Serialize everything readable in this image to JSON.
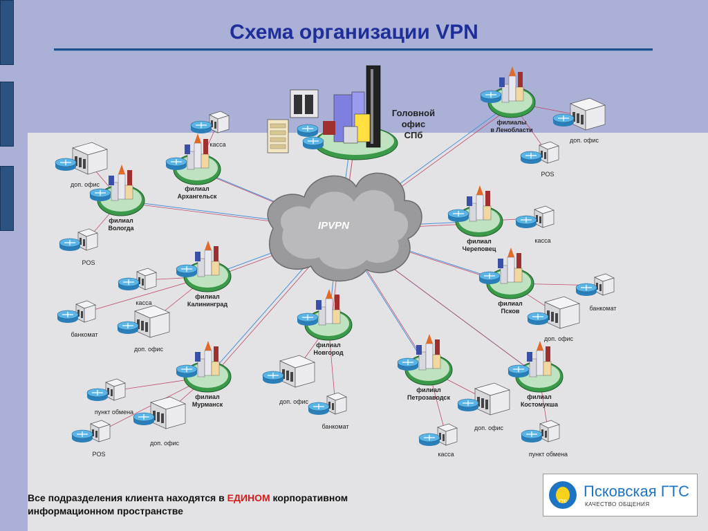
{
  "title": "Схема организации VPN",
  "cloud_label": "IPVPN",
  "hq_label": [
    "Головной",
    "офис",
    "СПб"
  ],
  "branches": [
    {
      "id": "vologda",
      "label": [
        "филиал",
        "Вологда"
      ]
    },
    {
      "id": "arkhangelsk",
      "label": [
        "филиал",
        "Архангельск"
      ]
    },
    {
      "id": "lenoblast",
      "label": [
        "филиалы",
        "в Ленобласти"
      ]
    },
    {
      "id": "cherepovets",
      "label": [
        "филиал",
        "Череповец"
      ]
    },
    {
      "id": "pskov",
      "label": [
        "филиал",
        "Псков"
      ]
    },
    {
      "id": "kaliningrad",
      "label": [
        "филиал",
        "Калининград"
      ]
    },
    {
      "id": "novgorod",
      "label": [
        "филиал",
        "Новгород"
      ]
    },
    {
      "id": "petrozavodsk",
      "label": [
        "филиал",
        "Петрозаводск"
      ]
    },
    {
      "id": "kostomuksha",
      "label": [
        "филиал",
        "Костомукша"
      ]
    },
    {
      "id": "murmansk",
      "label": [
        "филиал",
        "Мурманск"
      ]
    }
  ],
  "endpoints": [
    {
      "id": "vologda-office",
      "label": "доп. офис",
      "type": "large"
    },
    {
      "id": "vologda-pos",
      "label": "POS",
      "type": "small"
    },
    {
      "id": "arkh-kassa",
      "label": "касса",
      "type": "small"
    },
    {
      "id": "lenobl-office",
      "label": "доп. офис",
      "type": "large"
    },
    {
      "id": "lenobl-pos",
      "label": "POS",
      "type": "small"
    },
    {
      "id": "cher-kassa",
      "label": "касса",
      "type": "small"
    },
    {
      "id": "pskov-atm",
      "label": "банкомат",
      "type": "small"
    },
    {
      "id": "pskov-office",
      "label": "доп. офис",
      "type": "large"
    },
    {
      "id": "kal-kassa",
      "label": "касса",
      "type": "small"
    },
    {
      "id": "kal-atm",
      "label": "банкомат",
      "type": "small"
    },
    {
      "id": "kal-office",
      "label": "доп. офис",
      "type": "large"
    },
    {
      "id": "nov-office",
      "label": "доп. офис",
      "type": "large"
    },
    {
      "id": "nov-atm",
      "label": "банкомат",
      "type": "small"
    },
    {
      "id": "petr-office",
      "label": "доп. офис",
      "type": "large"
    },
    {
      "id": "petr-kassa",
      "label": "касса",
      "type": "small"
    },
    {
      "id": "kost-exchange",
      "label": "пункт обмена",
      "type": "small"
    },
    {
      "id": "murm-exchange",
      "label": "пункт обмена",
      "type": "small"
    },
    {
      "id": "murm-office",
      "label": "доп. офис",
      "type": "large"
    },
    {
      "id": "murm-pos",
      "label": "POS",
      "type": "small"
    }
  ],
  "footer": {
    "before": "Все подразделения клиента находятся в ",
    "accent": "ЕДИНОМ",
    "after": " корпоративном",
    "line2": "информационном пространстве"
  },
  "logo": {
    "abbr": "ГТС",
    "name": "Псковская ГТС",
    "slogan": "КАЧЕСТВО ОБЩЕНИЯ"
  },
  "colors": {
    "title": "#1f2f9a",
    "accent": "#d31d1d",
    "link_blue": "#4a8fd8",
    "link_red": "#c04a6a",
    "node_green": "#3a9a4a",
    "logo_blue": "#1d74c4",
    "logo_yellow": "#f7d21b"
  }
}
